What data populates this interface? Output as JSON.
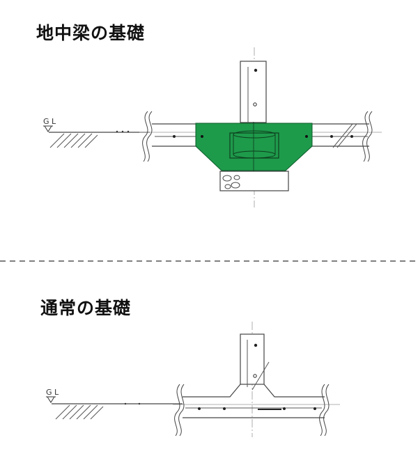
{
  "sections": [
    {
      "title": "地中梁の基礎",
      "gl_label": "G L"
    },
    {
      "title": "通常の基礎",
      "gl_label": "G L"
    }
  ],
  "colors": {
    "highlight": "#1e9a4b",
    "line": "#333333"
  }
}
